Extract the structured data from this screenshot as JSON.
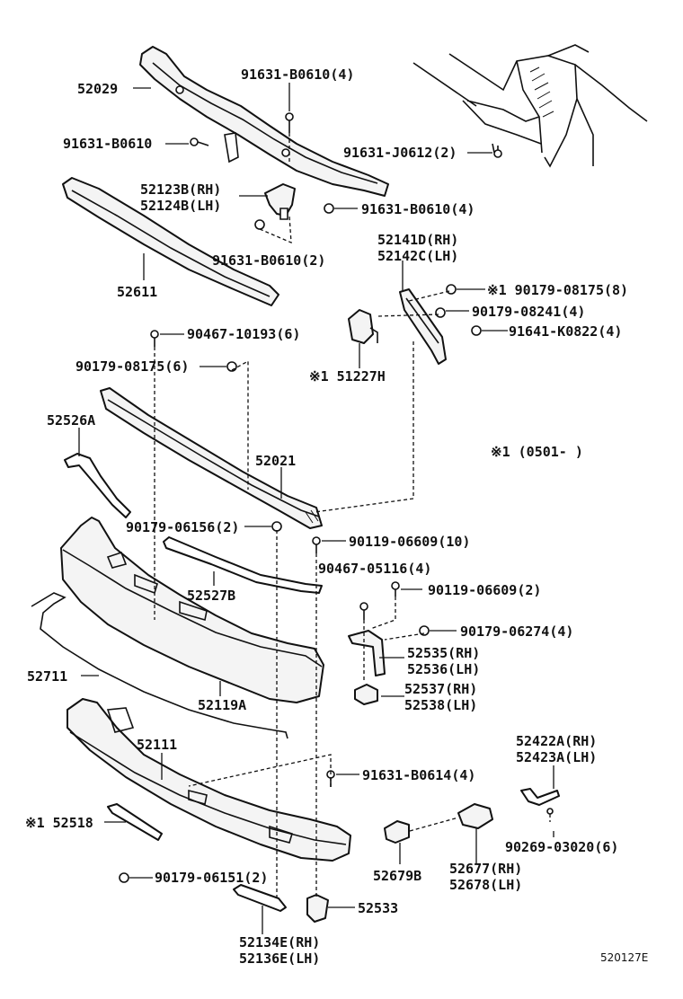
{
  "labels": {
    "p52029": "52029",
    "p91631_b0610_4a": "91631-B0610(4)",
    "p91631_b0610": "91631-B0610",
    "p91631_j0612_2": "91631-J0612(2)",
    "p52123b": "52123B(RH)",
    "p52124b": "52124B(LH)",
    "p91631_b0610_4b": "91631-B0610(4)",
    "p91631_b0610_2": "91631-B0610(2)",
    "p52611": "52611",
    "p52141d": "52141D(RH)",
    "p52142c": "52142C(LH)",
    "p90179_08175_8": "※1 90179-08175(8)",
    "p90179_08241_4": "90179-08241(4)",
    "p91641_k0822_4": "91641-K0822(4)",
    "p90467_10193_6": "90467-10193(6)",
    "p90179_08175_6": "90179-08175(6)",
    "p51227h": "※1 51227H",
    "note1": "※1 (0501-        )",
    "p52526a": "52526A",
    "p52021": "52021",
    "p90179_06156_2": "90179-06156(2)",
    "p90119_06609_10": "90119-06609(10)",
    "p90467_05116_4": "90467-05116(4)",
    "p90119_06609_2": "90119-06609(2)",
    "p52527b": "52527B",
    "p90179_06274_4": "90179-06274(4)",
    "p52535": "52535(RH)",
    "p52536": "52536(LH)",
    "p52711": "52711",
    "p52119a": "52119A",
    "p52537": "52537(RH)",
    "p52538": "52538(LH)",
    "p52111": "52111",
    "p52422a": "52422A(RH)",
    "p52423a": "52423A(LH)",
    "p91631_b0614_4": "91631-B0614(4)",
    "p52518": "※1 52518",
    "p90269_03020_6": "90269-03020(6)",
    "p52679b": "52679B",
    "p52677": "52677(RH)",
    "p52678": "52678(LH)",
    "p90179_06151_2": "90179-06151(2)",
    "p52533": "52533",
    "p52134e": "52134E(RH)",
    "p52136e": "52136E(LH)",
    "diagram_id": "520127E"
  }
}
